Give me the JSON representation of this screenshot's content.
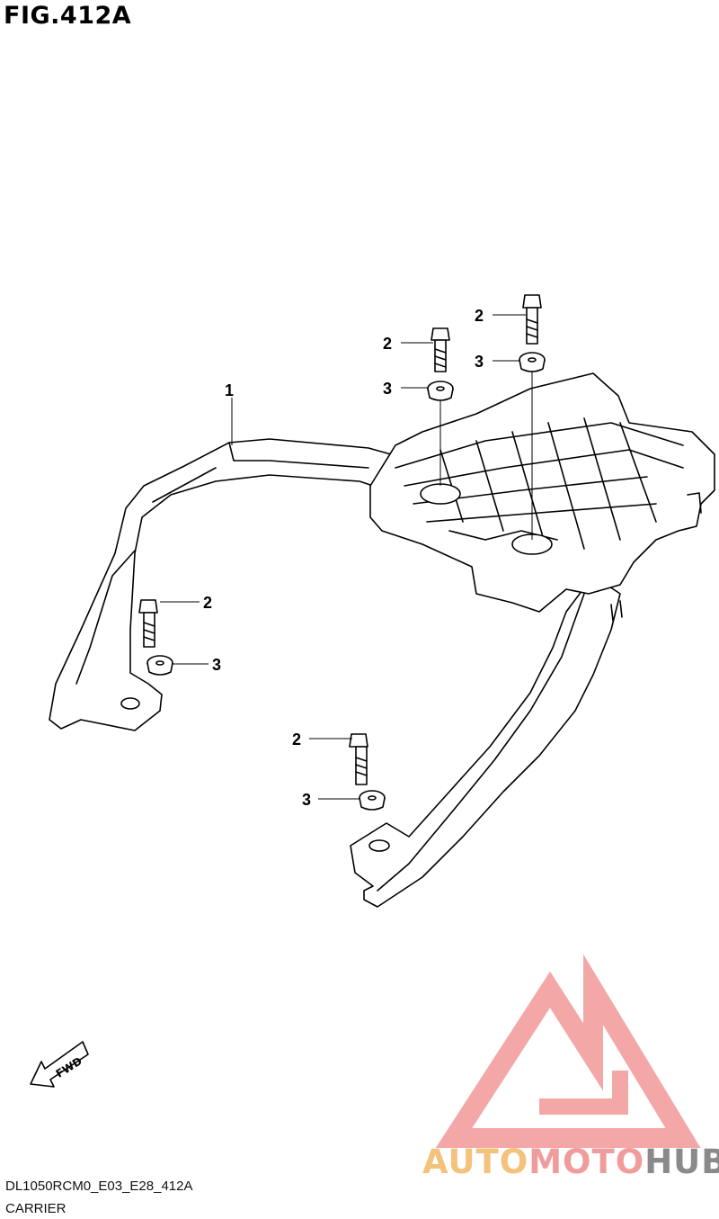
{
  "figure": {
    "title": "FIG.412A"
  },
  "callouts": [
    {
      "id": "frame",
      "label": "1"
    },
    {
      "id": "bolt-a",
      "label": "2"
    },
    {
      "id": "washer-a",
      "label": "3"
    },
    {
      "id": "bolt-b",
      "label": "2"
    },
    {
      "id": "washer-b",
      "label": "3"
    },
    {
      "id": "bolt-c",
      "label": "2"
    },
    {
      "id": "washer-c",
      "label": "3"
    },
    {
      "id": "bolt-d",
      "label": "2"
    },
    {
      "id": "washer-d",
      "label": "3"
    }
  ],
  "direction_label": "FWD",
  "footer": {
    "code": "DL1050RCM0_E03_E28_412A",
    "name": "CARRIER"
  },
  "watermark": {
    "part1": "AUTO",
    "part2": "MOTO",
    "part3": "HUB"
  },
  "colors": {
    "line": "#000000",
    "watermark_red": "#f08a8a",
    "watermark_orange": "#f4c27a",
    "watermark_gray": "#8a8a8a"
  }
}
